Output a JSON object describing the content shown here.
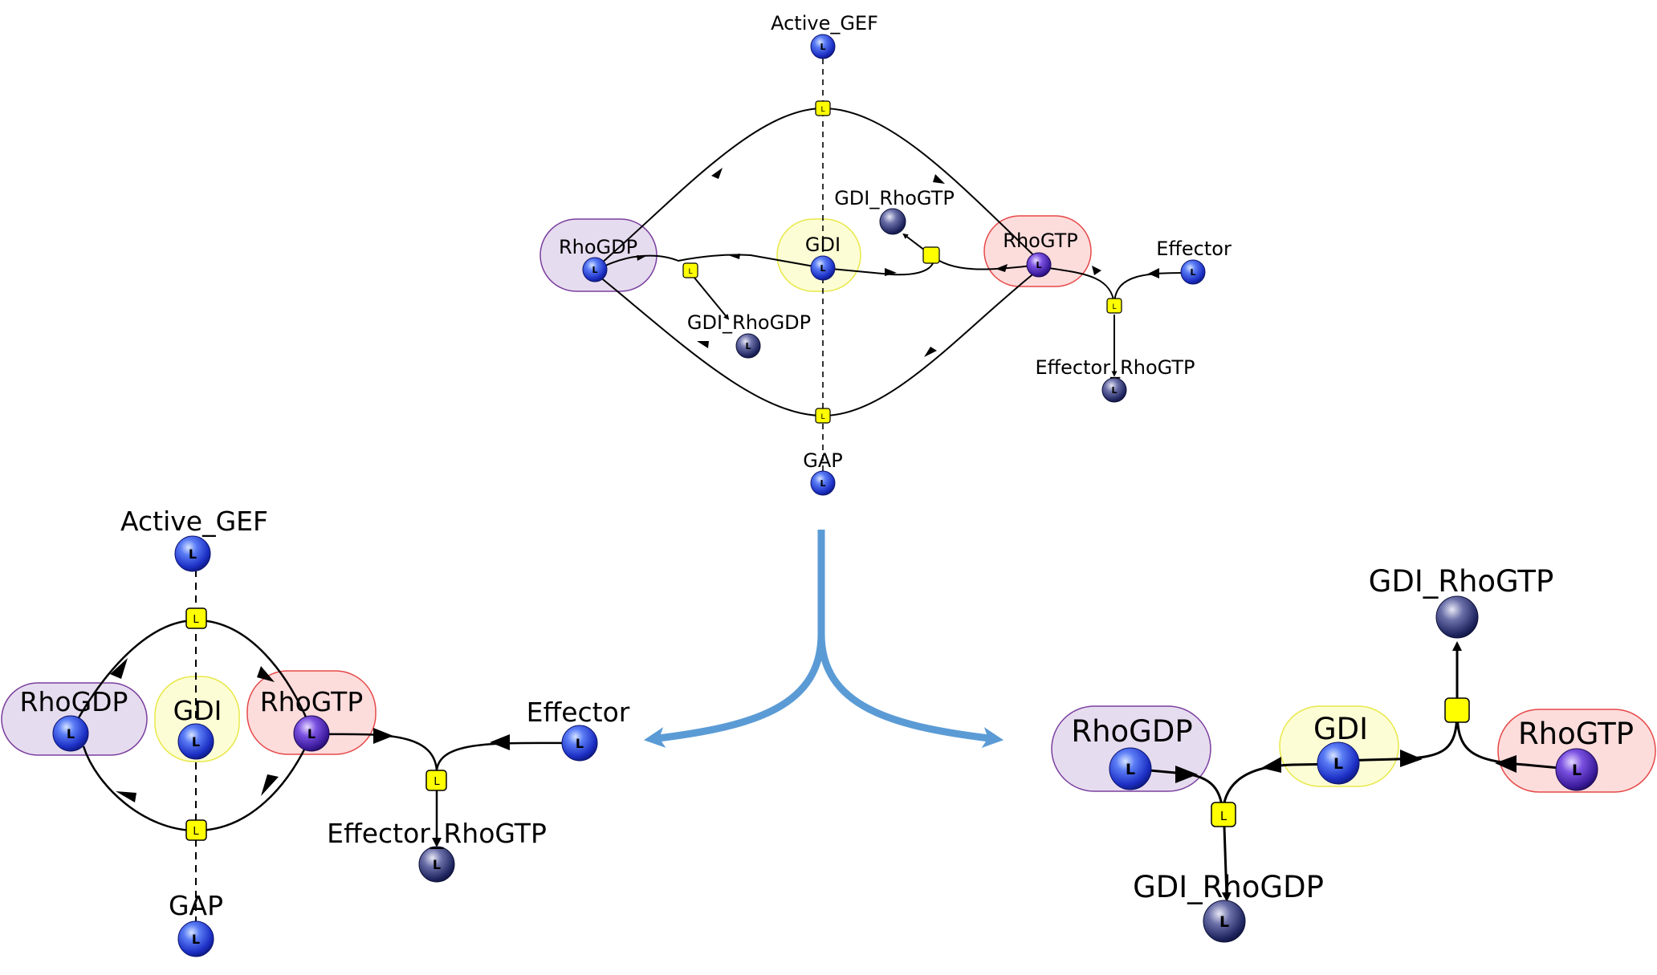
{
  "node_marker": "L",
  "colors": {
    "rhogdp_fill": "#e6dcef",
    "rhogdp_stroke": "#7a3f9e",
    "gdi_fill": "#fdfdd5",
    "gdi_stroke": "#e8e84a",
    "rhogtp_fill": "#fddcdc",
    "rhogtp_stroke": "#e64848",
    "transition_fill": "#ffff00",
    "blue_arrow": "#5b9bd5"
  },
  "top": {
    "labels": {
      "active_gef": "Active_GEF",
      "gdi_rhogtp": "GDI_RhoGTP",
      "rhogdp": "RhoGDP",
      "gdi": "GDI",
      "rhogtp": "RhoGTP",
      "effector": "Effector",
      "gdi_rhogdp": "GDI_RhoGDP",
      "effector_rhogtp": "Effector_RhoGTP",
      "gap": "GAP"
    }
  },
  "left": {
    "labels": {
      "active_gef": "Active_GEF",
      "rhogdp": "RhoGDP",
      "gdi": "GDI",
      "rhogtp": "RhoGTP",
      "effector": "Effector",
      "effector_rhogtp": "Effector_RhoGTP",
      "gap": "GAP"
    }
  },
  "right": {
    "labels": {
      "gdi_rhogtp": "GDI_RhoGTP",
      "rhogdp": "RhoGDP",
      "gdi": "GDI",
      "rhogtp": "RhoGTP",
      "gdi_rhogdp": "GDI_RhoGDP"
    }
  }
}
